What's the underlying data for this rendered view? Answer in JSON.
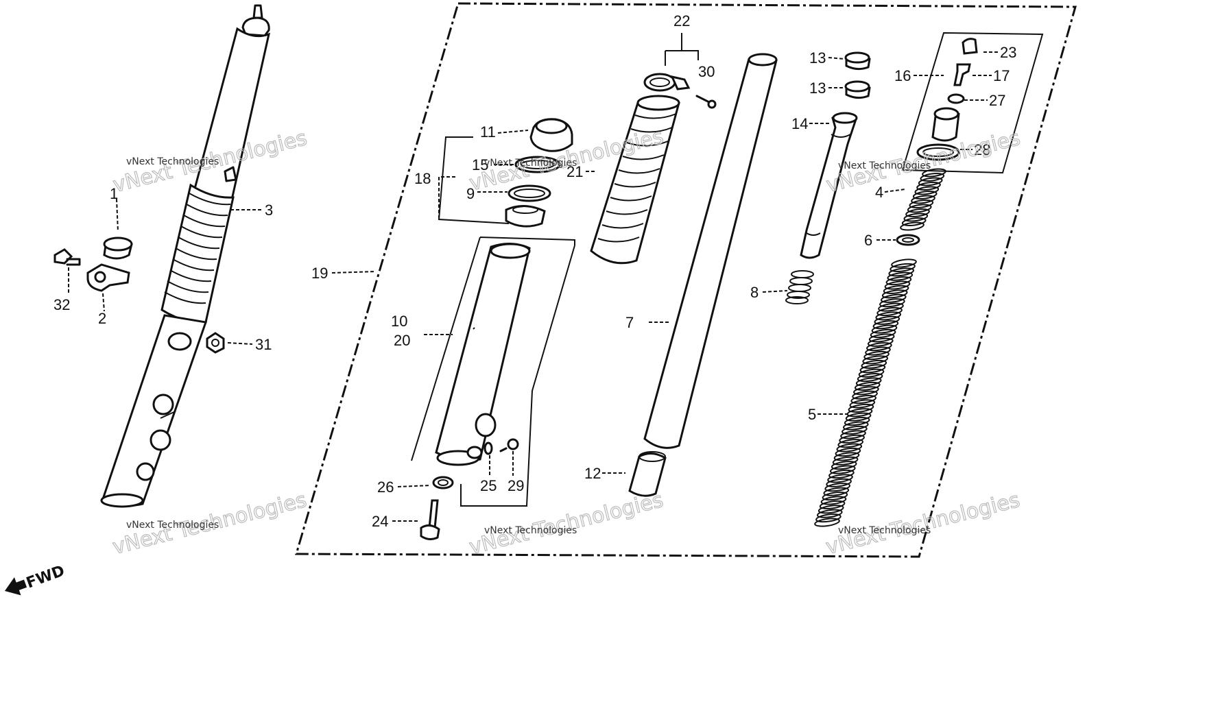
{
  "diagram": {
    "callouts": {
      "c1": "1",
      "c2": "2",
      "c3": "3",
      "c4": "4",
      "c5": "5",
      "c6": "6",
      "c7": "7",
      "c8": "8",
      "c9": "9",
      "c10": "10",
      "c11": "11",
      "c12": "12",
      "c13a": "13",
      "c13b": "13",
      "c14": "14",
      "c15": "15",
      "c16": "16",
      "c17": "17",
      "c18": "18",
      "c19": "19",
      "c20": "20",
      "c21": "21",
      "c22": "22",
      "c23": "23",
      "c24": "24",
      "c25": "25",
      "c26": "26",
      "c27": "27",
      "c28": "28",
      "c29": "29",
      "c30": "30",
      "c31": "31",
      "c32": "32"
    },
    "direction_label": "FWD",
    "watermark": {
      "small": "vNext Technologies",
      "large": "vNext Technologies"
    }
  }
}
